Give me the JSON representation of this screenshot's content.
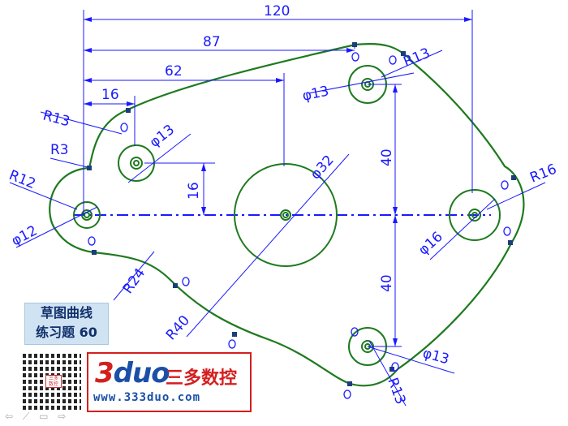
{
  "title_box": {
    "line1": "草图曲线",
    "line2": "练习题 60"
  },
  "dimensions": {
    "d120": "120",
    "d87": "87",
    "d62": "62",
    "d16h": "16",
    "d16v": "16",
    "d40top": "40",
    "d40bot": "40",
    "r13_left": "R13",
    "r3": "R3",
    "r12": "R12",
    "r13_topright": "R13",
    "r16": "R16",
    "r24": "R24",
    "r40": "R40",
    "r13_bottom": "R13",
    "phi13_top_left": "φ13",
    "phi13_top_right": "φ13",
    "phi32": "φ32",
    "phi12": "φ12",
    "phi16": "φ16",
    "phi13_bottom": "φ13"
  },
  "brand": {
    "logo_digit": "3",
    "logo_text": "duo",
    "name_cn": "三多数控",
    "url": "www.333duo.com",
    "qr_caption": "三多\n数控"
  },
  "nav_icons": "⇦ ⟋ ▭ ⇨",
  "colors": {
    "geometry": "#1e7a1e",
    "dimension": "#1a1aff",
    "brand_red": "#d41f1f",
    "brand_blue": "#1b4fa8",
    "title_bg": "#cfe3f3"
  }
}
